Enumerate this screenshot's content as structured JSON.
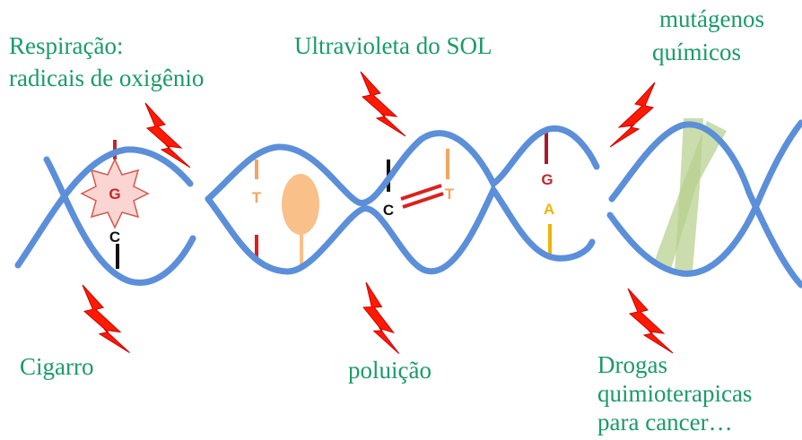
{
  "colors": {
    "label": "#1a9a6a",
    "strand": "#5b8fd9",
    "bolt_fill": "#ff1a00",
    "bolt_stroke": "#cc0000",
    "base_g": "#c1272d",
    "base_c": "#111111",
    "base_t": "#f4a460",
    "base_a": "#f0b400",
    "damage_star_fill": "#fbd5d1",
    "adduct_fill": "#f9c08a",
    "crosslink_fill": "#b5cf8a"
  },
  "labels": {
    "respiration_line1": "Respiração:",
    "respiration_line2": "radicais de oxigênio",
    "uv": "Ultravioleta do SOL",
    "mutagens_line1": "mutágenos",
    "mutagens_line2": "químicos",
    "cigarette": "Cigarro",
    "pollution": "poluição",
    "drugs_line1": "Drogas",
    "drugs_line2": "quimioterapicas",
    "drugs_line3": "para cancer…"
  },
  "bases": {
    "g1": "G",
    "c1": "C",
    "t1": "T",
    "c2": "C",
    "t2": "T",
    "g2": "G",
    "a1": "A"
  },
  "icons": [
    "lightning-bolt-icon"
  ]
}
